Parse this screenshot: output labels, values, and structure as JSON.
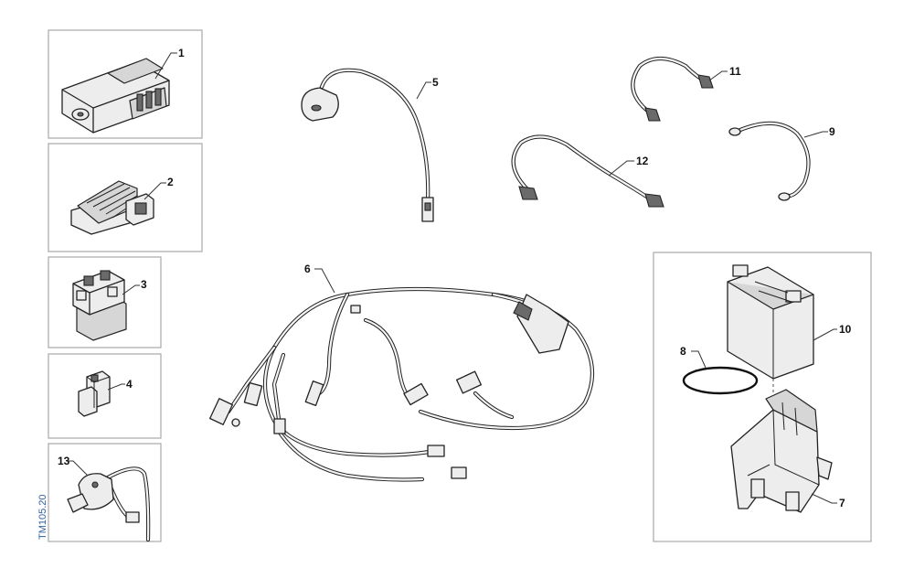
{
  "figure_code": "TM105.20",
  "callouts": {
    "c1": "1",
    "c2": "2",
    "c3": "3",
    "c4": "4",
    "c5": "5",
    "c6": "6",
    "c7": "7",
    "c8": "8",
    "c9": "9",
    "c10": "10",
    "c11": "11",
    "c12": "12",
    "c13": "13"
  }
}
